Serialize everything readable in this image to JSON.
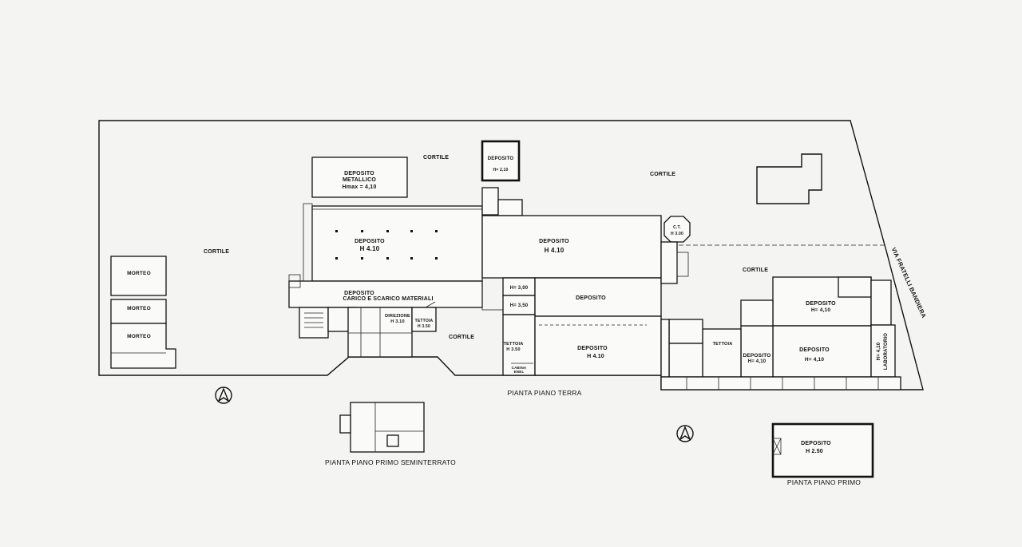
{
  "courtyard_label": "CORTILE",
  "rooms": {
    "deposito_metallico": [
      "DEPOSITO",
      "METALLICO",
      "Hmax = 4,10"
    ],
    "deposito_small_top": [
      "DEPOSITO",
      "H= 2,10"
    ],
    "deposito_main": [
      "DEPOSITO",
      "H 4.10"
    ],
    "deposito_center": [
      "DEPOSITO",
      "H 4.10"
    ],
    "deposito_carico": [
      "DEPOSITO",
      "CARICO E SCARICO MATERIALI"
    ],
    "h_300": "H= 3,00",
    "h_350": "H= 3,50",
    "deposito_mid": "DEPOSITO",
    "deposito_lower": [
      "DEPOSITO",
      "H 4.10"
    ],
    "tettoia_left": [
      "TETTOIA",
      "H 3.50"
    ],
    "tettoia_small": [
      "TETTOIA",
      "H 3.50"
    ],
    "direzione": [
      "DIREZIONE",
      "H 3.10"
    ],
    "cabina": [
      "CABINA",
      "ENEL"
    ],
    "tettoia_right": "TETTOIA",
    "deposito_right_upper": [
      "DEPOSITO",
      "H= 4,10"
    ],
    "deposito_right_lower": [
      "DEPOSITO",
      "H= 4,10"
    ],
    "deposito_right_small": [
      "DEPOSITO",
      "H= 4,10"
    ],
    "laboratorio": [
      "H= 4,10",
      "LABORATORIO"
    ],
    "ct": [
      "C.T.",
      "H 3.00"
    ],
    "deposito_primo": [
      "DEPOSITO",
      "H 2.50"
    ],
    "morteo_1": "MORTEO",
    "morteo_2": "MORTEO",
    "morteo_3": "MORTEO"
  },
  "street_label": "VIA FRATELLI BANDIERA",
  "captions": {
    "piano_terra": "PIANTA PIANO TERRA",
    "seminterrato": "PIANTA PIANO PRIMO SEMINTERRATO",
    "piano_primo": "PIANTA PIANO PRIMO"
  },
  "north_symbol": "north-arrow"
}
